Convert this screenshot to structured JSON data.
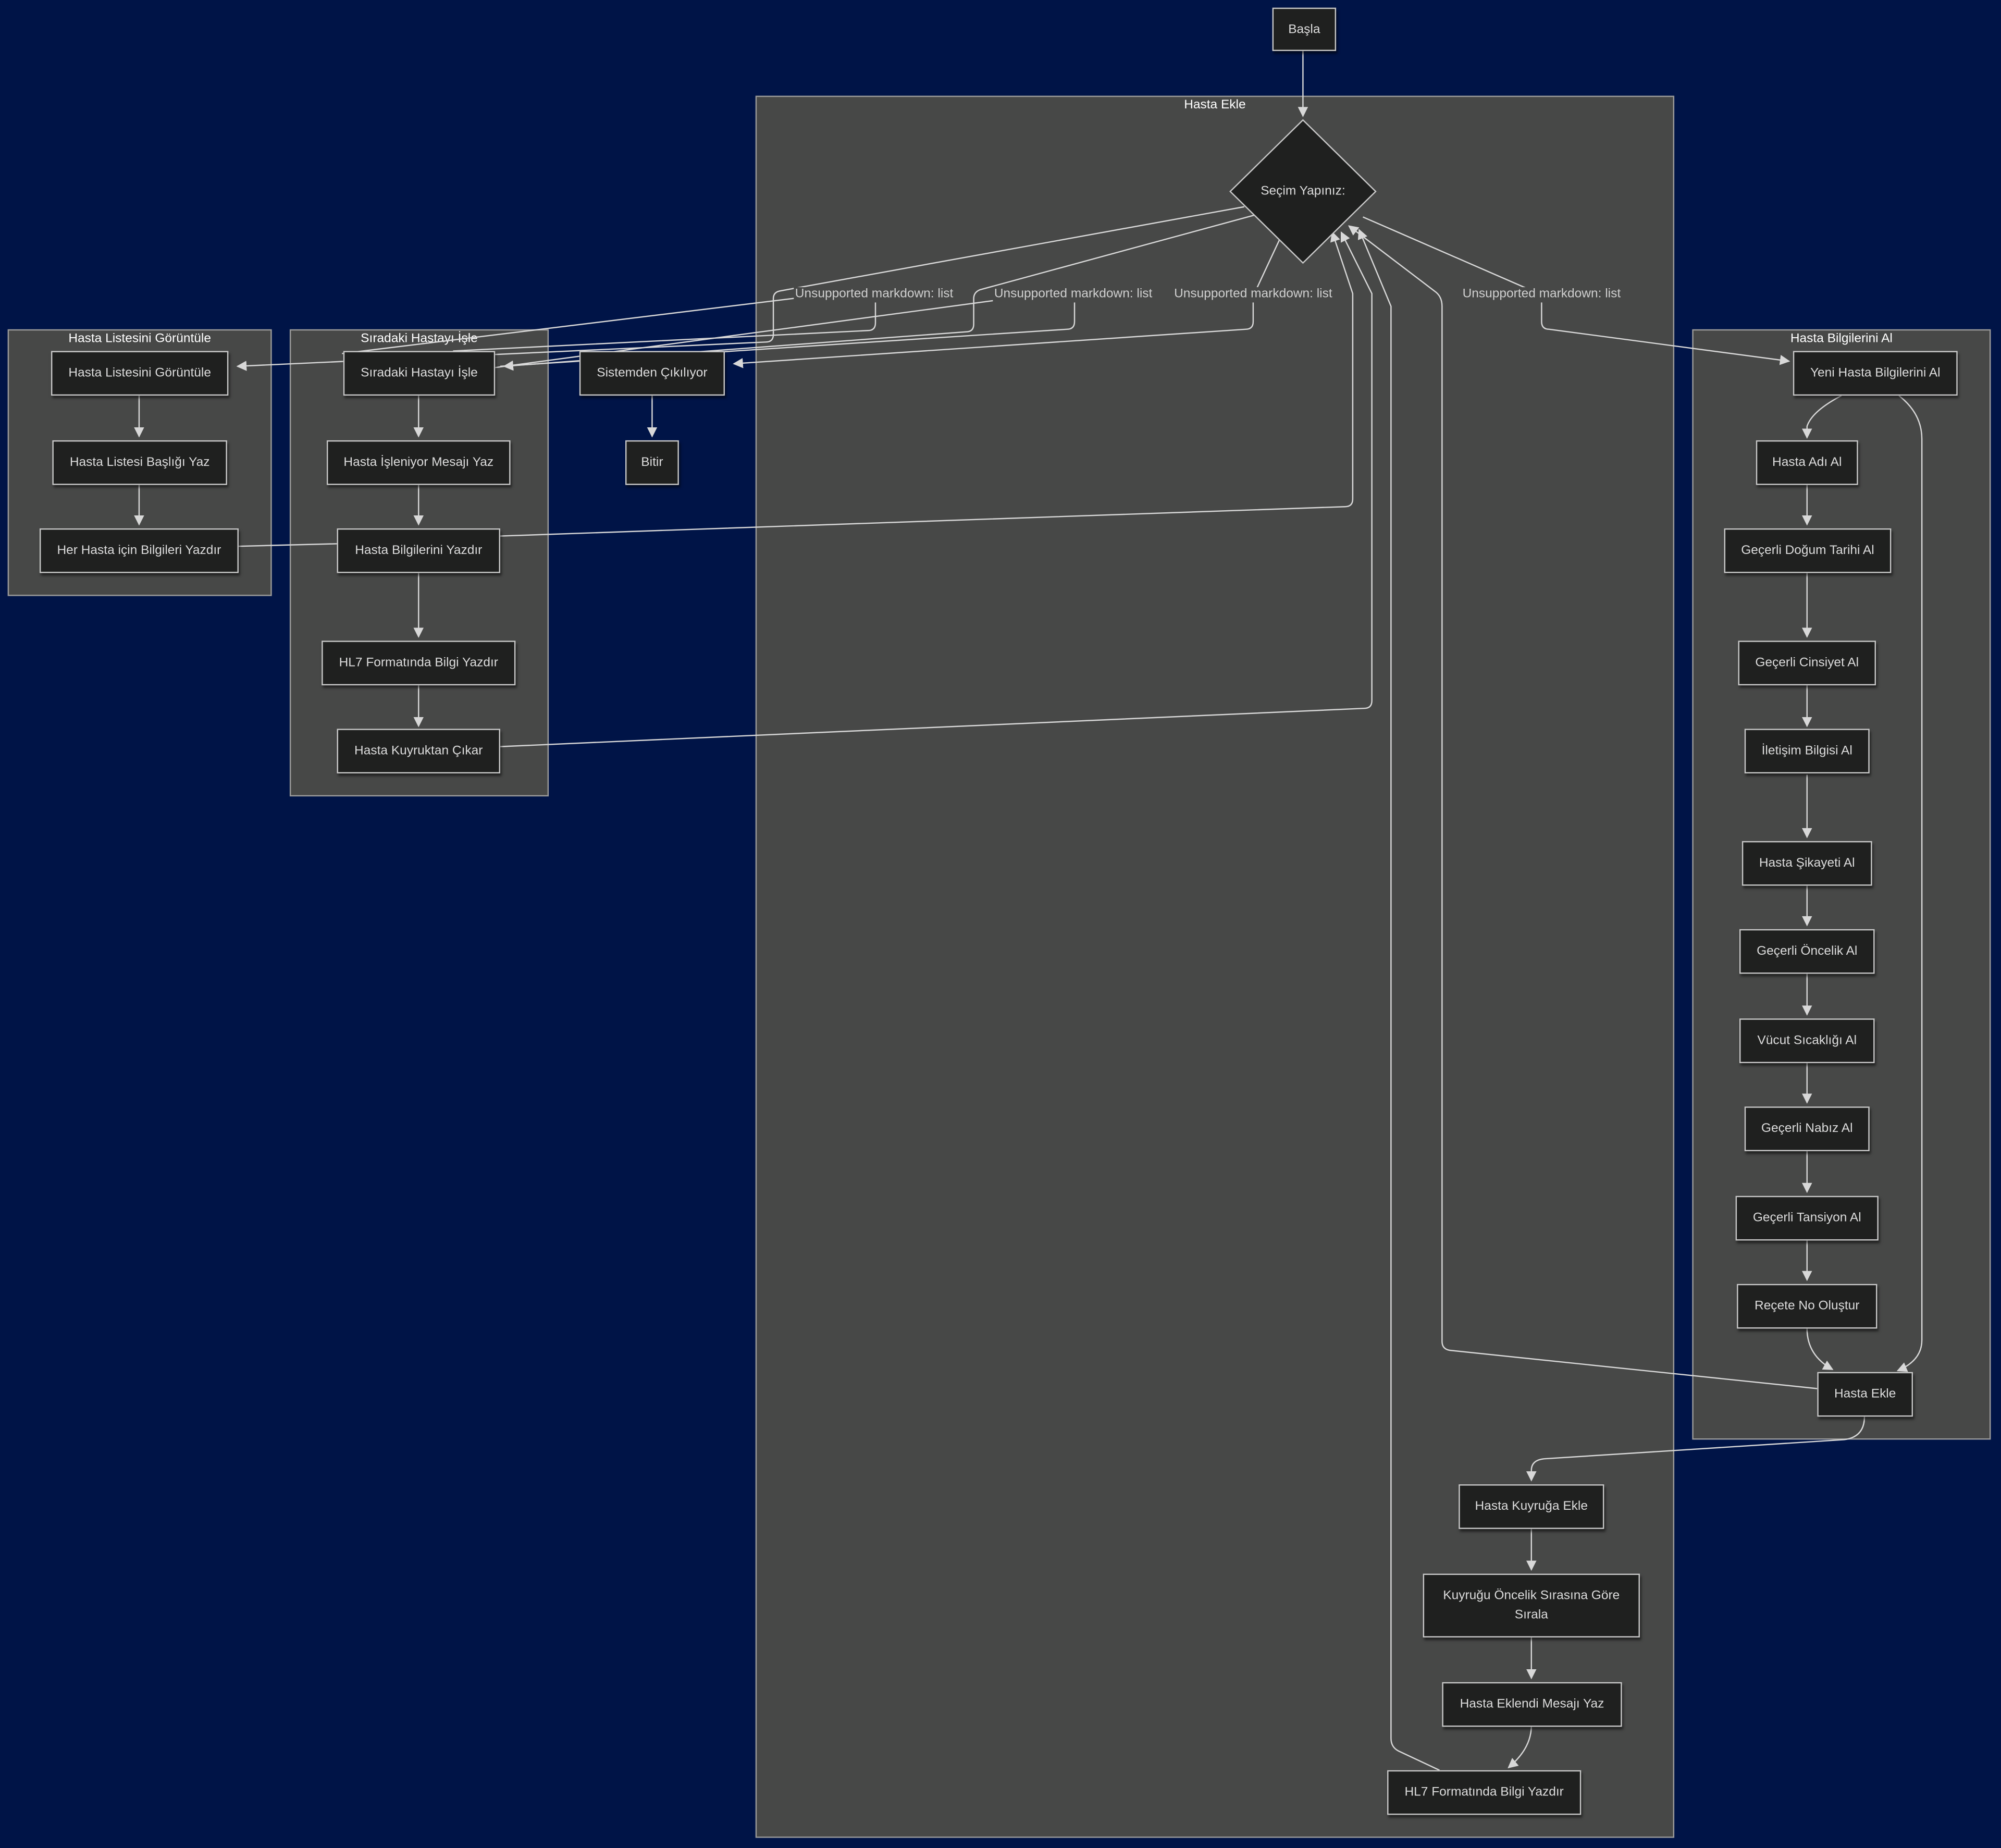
{
  "diagram": {
    "clusters": {
      "hasta_ekle": "Hasta Ekle",
      "hasta_listesi": "Hasta Listesini Görüntüle",
      "siradaki": "Sıradaki Hastayı İşle",
      "bilgiler": "Hasta Bilgilerini Al"
    },
    "nodes": {
      "basla": "Başla",
      "secim": "Seçim Yapınız:",
      "sistemden": "Sistemden Çıkılıyor",
      "bitir": "Bitir",
      "liste_goruntule": "Hasta Listesini Görüntüle",
      "liste_baslik": "Hasta Listesi Başlığı Yaz",
      "her_hasta": "Her Hasta için Bilgileri Yazdır",
      "siradaki_isle": "Sıradaki Hastayı İşle",
      "isleniyor": "Hasta İşleniyor Mesajı Yaz",
      "bilgileri_yazdir": "Hasta Bilgilerini Yazdır",
      "hl7_a": "HL7 Formatında Bilgi Yazdır",
      "kuyruktan_cikar": "Hasta Kuyruktan Çıkar",
      "yeni_hasta": "Yeni Hasta Bilgilerini Al",
      "adi": "Hasta Adı Al",
      "dogum": "Geçerli Doğum Tarihi Al",
      "cinsiyet": "Geçerli Cinsiyet Al",
      "iletisim": "İletişim Bilgisi Al",
      "sikayet": "Hasta Şikayeti Al",
      "oncelik": "Geçerli Öncelik Al",
      "sicaklik": "Vücut Sıcaklığı Al",
      "nabiz": "Geçerli Nabız Al",
      "tansiyon": "Geçerli Tansiyon Al",
      "recete": "Reçete No Oluştur",
      "hasta_ekle": "Hasta Ekle",
      "kuyruga_ekle": "Hasta Kuyruğa Ekle",
      "sirala": "Kuyruğu Öncelik Sırasına Göre Sırala",
      "eklendi": "Hasta Eklendi Mesajı Yaz",
      "hl7_b": "HL7 Formatında Bilgi Yazdır"
    },
    "edge_labels": {
      "e1": "Unsupported markdown: list",
      "e2": "Unsupported markdown: list",
      "e3": "Unsupported markdown: list",
      "e4": "Unsupported markdown: list"
    },
    "colors": {
      "background": "#001447",
      "cluster": "#474847",
      "node": "#1f201f",
      "edge": "#d8d8d8"
    }
  }
}
